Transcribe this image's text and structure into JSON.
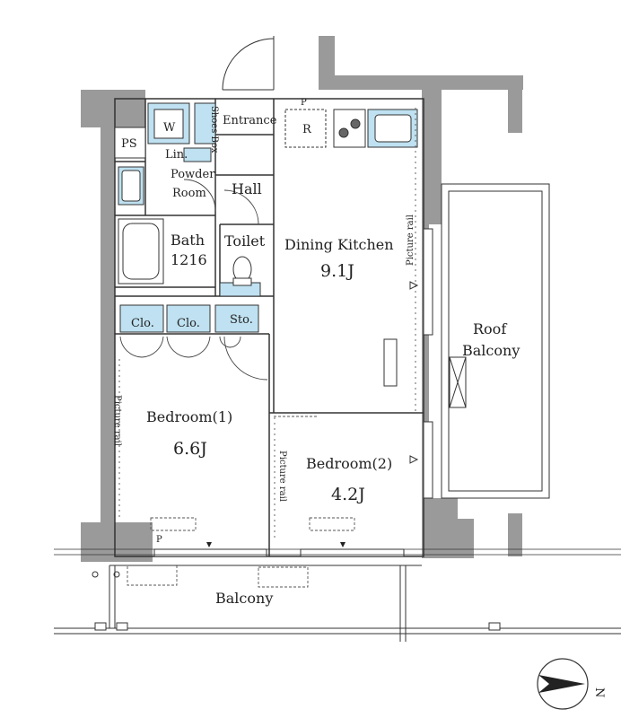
{
  "rooms": {
    "entrance": "Entrance",
    "shoes_box": "Shoes Box",
    "washer": "W",
    "ps": "PS",
    "linen": "Lin.",
    "powder_1": "Powder",
    "powder_2": "Room",
    "hall": "Hall",
    "bath": "Bath",
    "bath_size": "1216",
    "toilet": "Toilet",
    "dining_kitchen": "Dining Kitchen",
    "dining_kitchen_size": "9.1J",
    "refrigerator": "R",
    "closet_1": "Clo.",
    "closet_2": "Clo.",
    "storage": "Sto.",
    "bedroom1": "Bedroom(1)",
    "bedroom1_size": "6.6J",
    "bedroom2": "Bedroom(2)",
    "bedroom2_size": "4.2J",
    "roof_balcony_1": "Roof",
    "roof_balcony_2": "Balcony",
    "balcony": "Balcony",
    "pipe_1": "P",
    "pipe_2": "P"
  },
  "annotations": {
    "picture_rail_dk": "Picture rail",
    "picture_rail_b1": "Picture rail",
    "picture_rail_b2": "Picture rail"
  },
  "compass": {
    "label": "N"
  },
  "colors": {
    "wall": "#9a9a9a",
    "fixture_fill": "#bfe1f1",
    "line": "#333333"
  }
}
